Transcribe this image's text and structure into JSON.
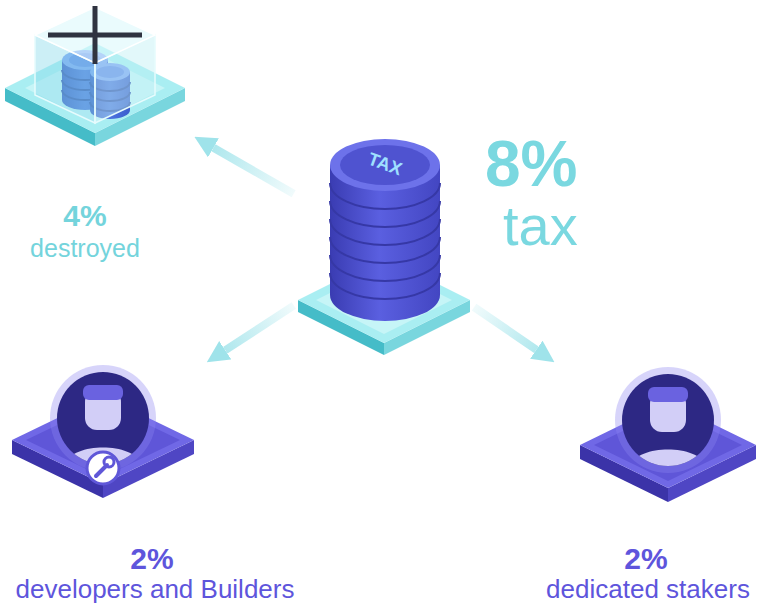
{
  "diagram": {
    "nodes": [
      {
        "text": [
          "4%",
          "destroyed"
        ]
      },
      {
        "text": [
          "TAX"
        ]
      },
      {
        "text": [
          "2%",
          "developers and Builders"
        ]
      },
      {
        "text": [
          "2%",
          "dedicated stakers"
        ]
      }
    ],
    "edges": [
      {
        "from": 1,
        "to": 0,
        "arrow": "to"
      },
      {
        "from": 1,
        "to": 2,
        "arrow": "to"
      },
      {
        "from": 1,
        "to": 3,
        "arrow": "to"
      }
    ],
    "labels": [
      "8%",
      "tax"
    ]
  }
}
